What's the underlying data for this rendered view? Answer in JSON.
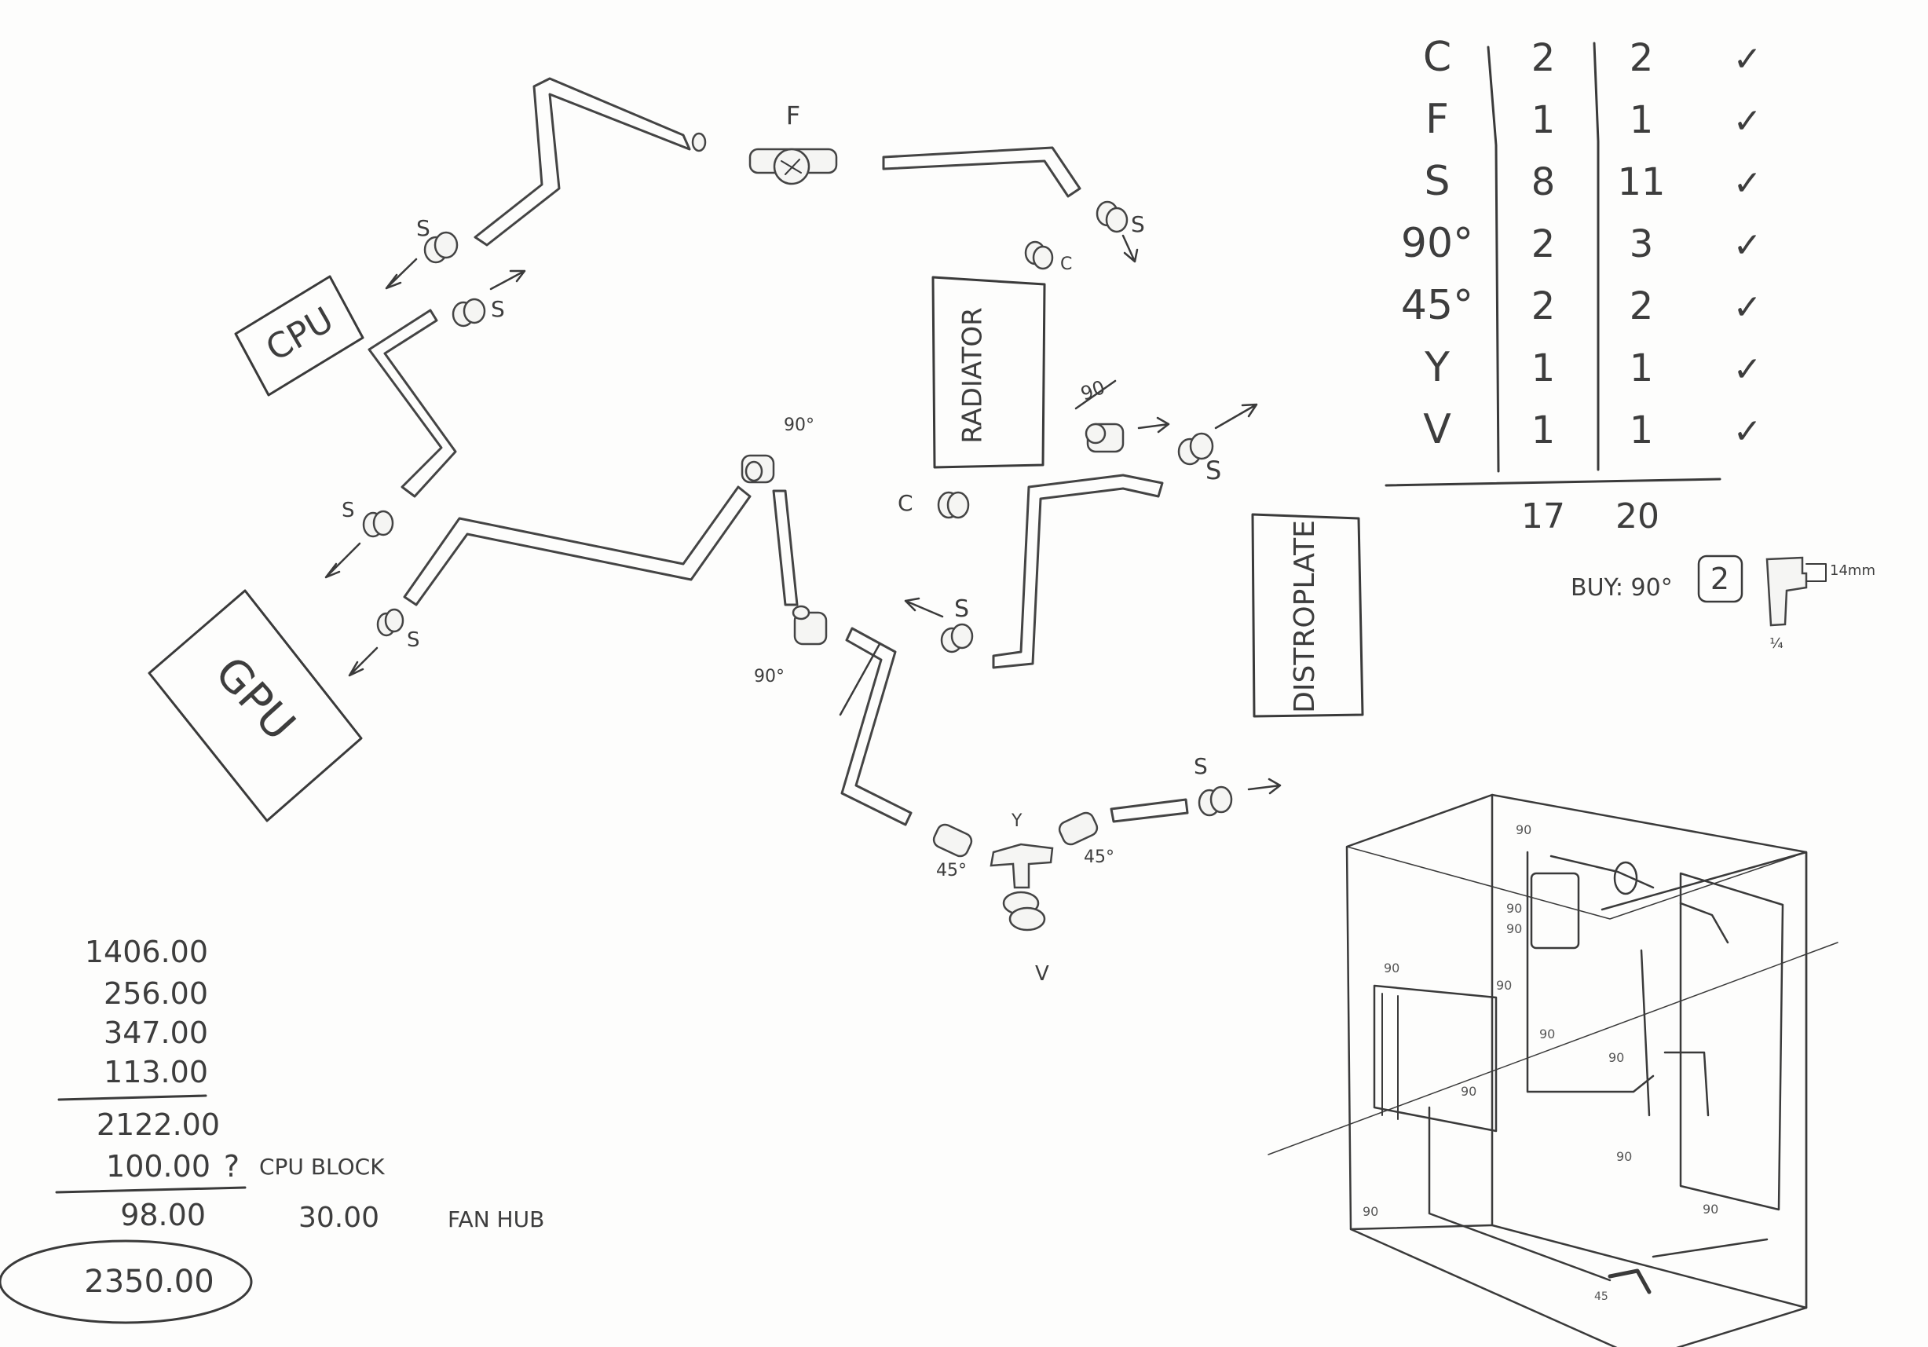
{
  "components": {
    "cpu": "CPU",
    "gpu": "GPU",
    "radiator": "RADIATOR",
    "distroplate": "DISTROPLATE"
  },
  "fitting_labels": {
    "f": "F",
    "s": "S",
    "c": "C",
    "deg90": "90°",
    "deg90_struck": "90",
    "deg45": "45°",
    "y": "Y",
    "v": "V"
  },
  "tally": {
    "rows": [
      {
        "item": "C",
        "need": "2",
        "have": "2"
      },
      {
        "item": "F",
        "need": "1",
        "have": "1"
      },
      {
        "item": "S",
        "need": "8",
        "have": "11"
      },
      {
        "item": "90°",
        "need": "2",
        "have": "3"
      },
      {
        "item": "45°",
        "need": "2",
        "have": "2"
      },
      {
        "item": "Y",
        "need": "1",
        "have": "1"
      },
      {
        "item": "V",
        "need": "1",
        "have": "1"
      }
    ],
    "total_need": "17",
    "total_have": "20",
    "check_mark": "✓"
  },
  "buy_note": {
    "label": "BUY: 90°",
    "qty": "2",
    "size": "14mm",
    "thread": "¼"
  },
  "costs": {
    "lines": [
      "1406.00",
      "256.00",
      "347.00",
      "113.00"
    ],
    "subtotal": "2122.00",
    "cpu_block_amount": "100.00",
    "cpu_block_mark": "?",
    "cpu_block_label": "CPU BLOCK",
    "remaining": "98.00",
    "fan_hub_amount": "30.00",
    "fan_hub_label": "FAN HUB",
    "grand_total": "2350.00"
  },
  "case_sketch_labels": {
    "deg90": "90",
    "deg45": "45"
  }
}
